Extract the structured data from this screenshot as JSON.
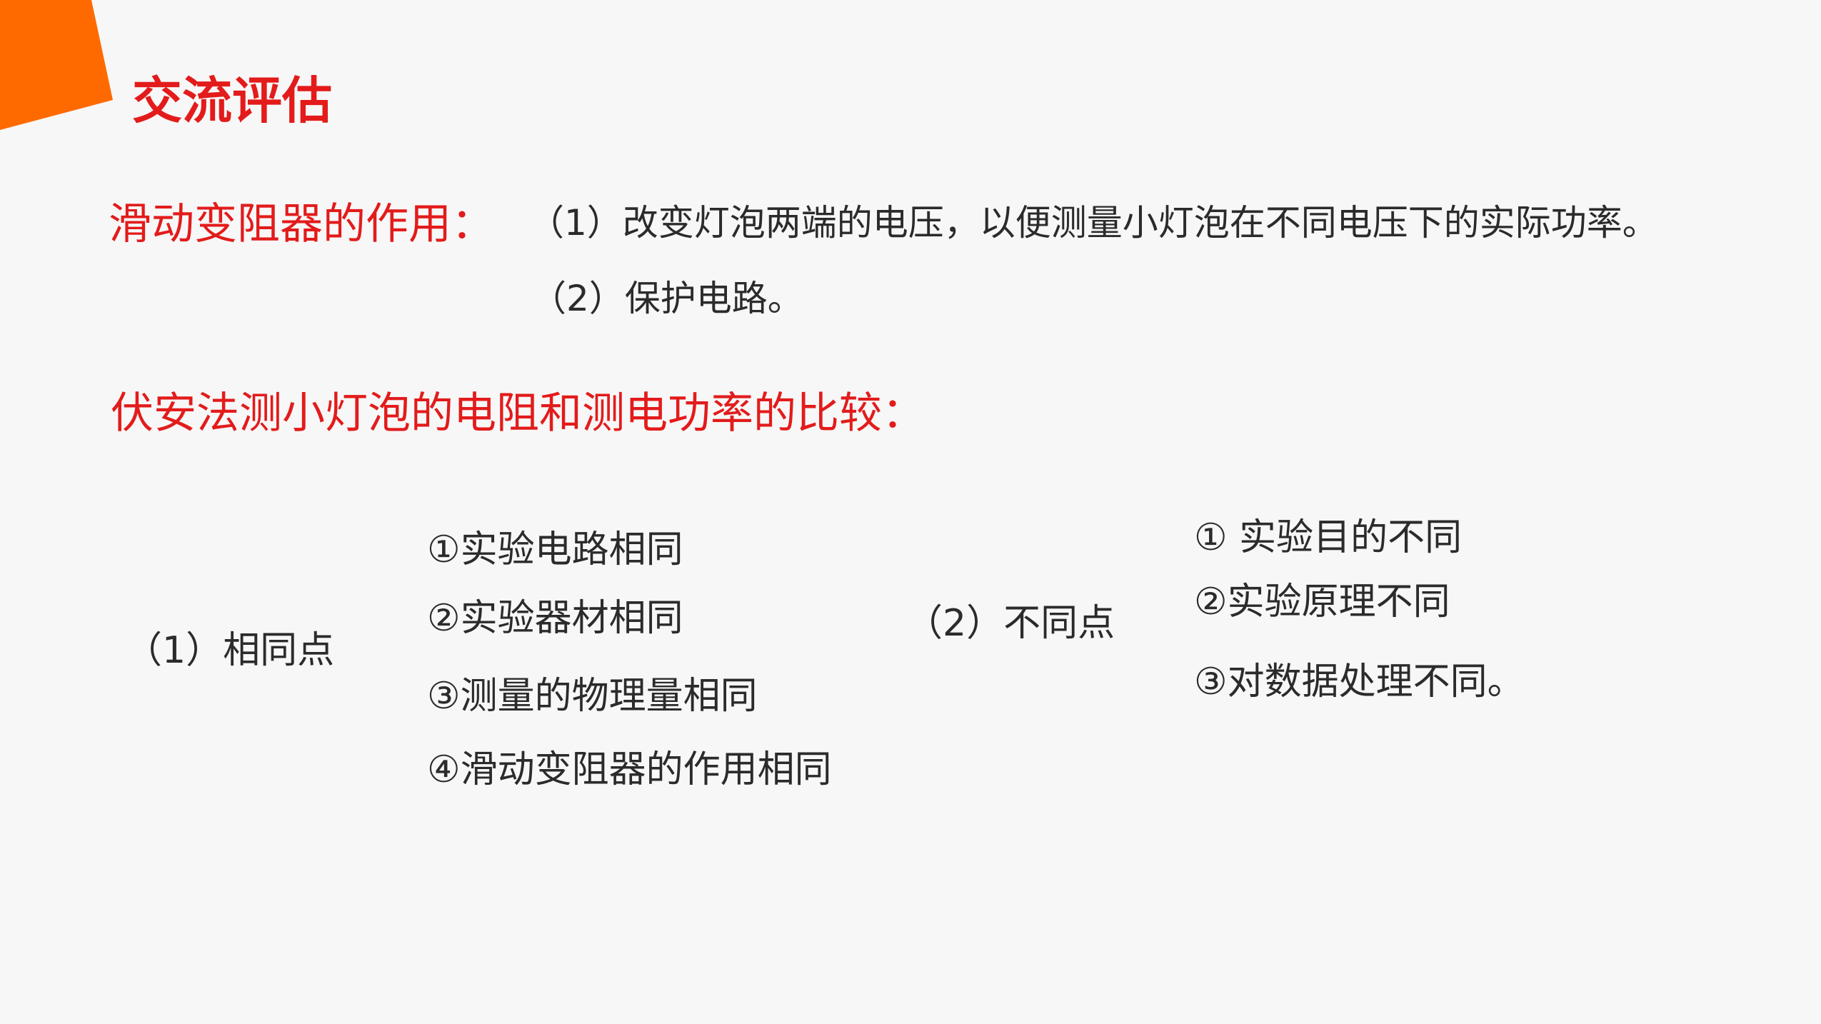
{
  "colors": {
    "accent": "#e31b1b",
    "corner": "#ff6a00",
    "text": "#2b2b2b",
    "background": "#f7f7f7"
  },
  "title": "交流评估",
  "section1": {
    "heading": "滑动变阻器的作用：",
    "item1": "（1）改变灯泡两端的电压，以便测量小灯泡在不同电压下的实际功率。",
    "item2": "（2）保护电路。"
  },
  "section2": {
    "heading": "伏安法测小灯泡的电阻和测电功率的比较："
  },
  "similar": {
    "label": "（1）相同点",
    "items": [
      "①实验电路相同",
      "②实验器材相同",
      "③测量的物理量相同",
      "④滑动变阻器的作用相同"
    ]
  },
  "different": {
    "label": "（2）不同点",
    "items": [
      "① 实验目的不同",
      "②实验原理不同",
      "③对数据处理不同。"
    ]
  }
}
